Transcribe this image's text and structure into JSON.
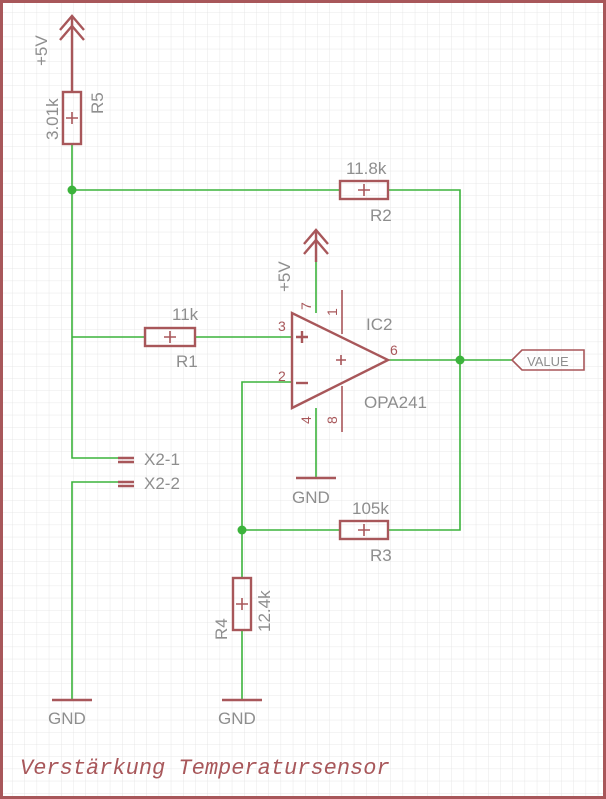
{
  "title": "Verstärkung Temperatursensor",
  "supply": {
    "label": "+5V"
  },
  "ground": {
    "label": "GND"
  },
  "resistors": {
    "r5": {
      "name": "R5",
      "value": "3.01k"
    },
    "r2": {
      "name": "R2",
      "value": "11.8k"
    },
    "r1": {
      "name": "R1",
      "value": "11k"
    },
    "r3": {
      "name": "R3",
      "value": "105k"
    },
    "r4": {
      "name": "R4",
      "value": "12.4k"
    }
  },
  "opamp": {
    "name": "IC2",
    "part": "OPA241",
    "pins": {
      "noninv": "3",
      "inv": "2",
      "out": "6",
      "vplus": "7",
      "vminus": "4",
      "p1": "1",
      "p8": "8"
    }
  },
  "connector": {
    "pin1": "X2-1",
    "pin2": "X2-2"
  },
  "output_flag": "VALUE",
  "colors": {
    "frame": "#a8575a",
    "wire": "#3cb33c",
    "text": "#8e8e8e",
    "grid": "#e2e2e2"
  }
}
